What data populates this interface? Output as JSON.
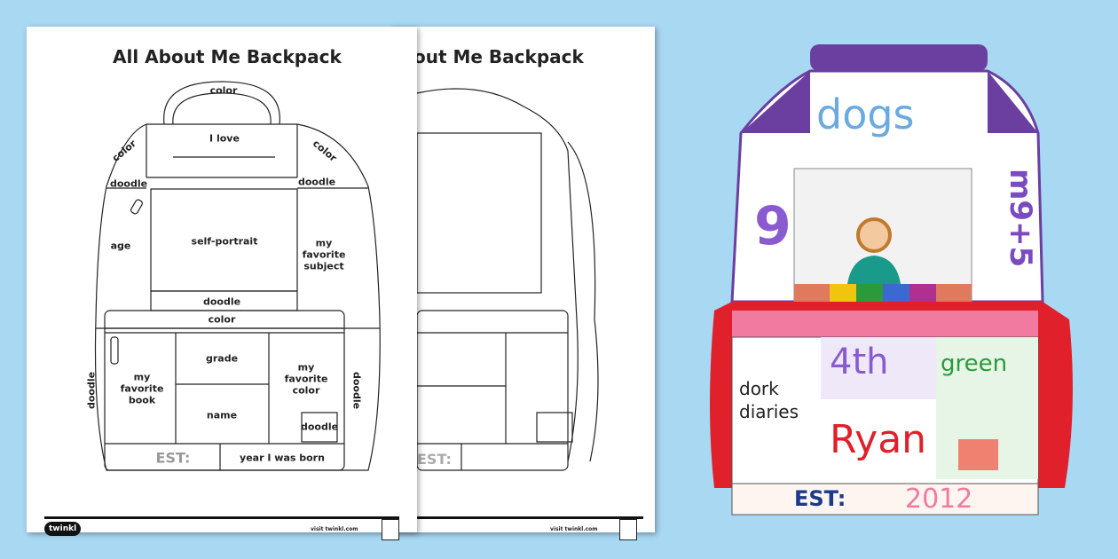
{
  "worksheet": {
    "title": "All About Me Backpack",
    "title_partial": "out Me Backpack",
    "labels": {
      "top_color": "color",
      "i_love": "I love",
      "left_color": "color",
      "right_color": "color",
      "left_doodle": "doodle",
      "right_doodle": "doodle",
      "age": "age",
      "self_portrait": "self-portrait",
      "favorite_subject": "my favorite subject",
      "mid_doodle": "doodle",
      "pocket_color": "color",
      "grade": "grade",
      "favorite_book": "my favorite book",
      "favorite_color": "my favorite color",
      "name": "name",
      "side_doodle_left": "doodle",
      "side_doodle_right": "doodle",
      "small_doodle": "doodle",
      "est": "EST:",
      "year_born": "year I was born"
    },
    "footer": {
      "logo": "twinkl",
      "visit": "visit twinkl.com"
    }
  },
  "example": {
    "i_love": "dogs",
    "age": "9",
    "subject": "m9+5",
    "grade": "4th",
    "color": "green",
    "book": "dork diaries",
    "name": "Ryan",
    "est": "EST:",
    "year": "2012"
  },
  "colors": {
    "background": "#a9d8f3",
    "purple": "#6a3fa0",
    "red": "#e0202a",
    "pink": "#f07aa0",
    "green": "#2a9a3a"
  }
}
